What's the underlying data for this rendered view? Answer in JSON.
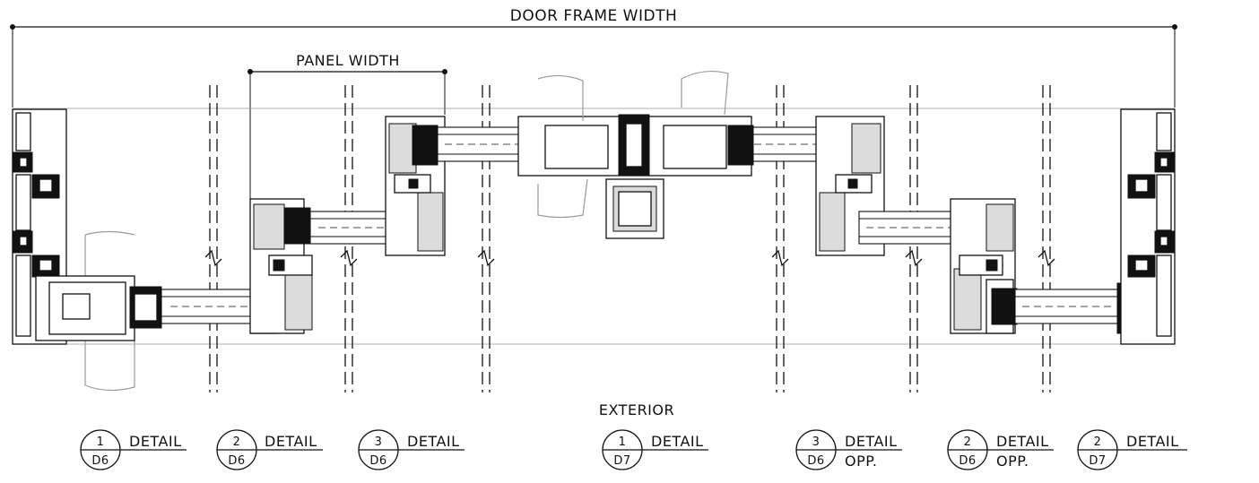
{
  "dimensions": {
    "door_frame_width": "DOOR FRAME WIDTH",
    "panel_width": "PANEL WIDTH"
  },
  "side_label": "EXTERIOR",
  "details": [
    {
      "number": "1",
      "word": "DETAIL",
      "sheet": "D6",
      "suffix": ""
    },
    {
      "number": "2",
      "word": "DETAIL",
      "sheet": "D6",
      "suffix": ""
    },
    {
      "number": "3",
      "word": "DETAIL",
      "sheet": "D6",
      "suffix": ""
    },
    {
      "number": "1",
      "word": "DETAIL",
      "sheet": "D7",
      "suffix": ""
    },
    {
      "number": "3",
      "word": "DETAIL",
      "sheet": "D6",
      "suffix": "OPP."
    },
    {
      "number": "2",
      "word": "DETAIL",
      "sheet": "D6",
      "suffix": "OPP."
    },
    {
      "number": "2",
      "word": "DETAIL",
      "sheet": "D7",
      "suffix": ""
    }
  ]
}
